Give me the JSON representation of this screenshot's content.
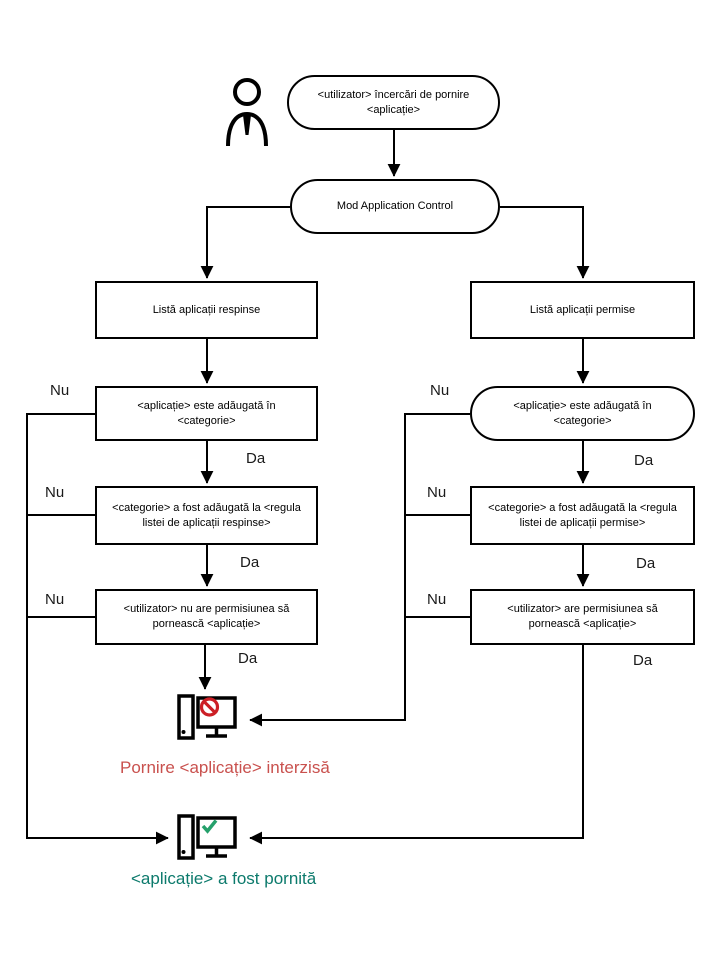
{
  "labels": {
    "yes": "Da",
    "no": "Nu"
  },
  "nodes": {
    "start": "<utilizator> încercări de pornire <aplicație>",
    "mode": "Mod Application Control",
    "denylist": "Listă aplicații respinse",
    "allowlist": "Listă aplicații permise",
    "deny_category": "<aplicație> este adăugată în <categorie>",
    "allow_category": "<aplicație> este adăugată în <categorie>",
    "deny_rule": "<categorie> a fost adăugată la <regula listei de aplicații respinse>",
    "allow_rule": "<categorie> a fost adăugată la <regula listei de aplicații permise>",
    "deny_permission": "<utilizator> nu are permisiunea să pornească <aplicație>",
    "allow_permission": "<utilizator> are permisiunea să pornească <aplicație>"
  },
  "outcomes": {
    "denied": "Pornire <aplicație> interzisă",
    "started": "<aplicație> a fost pornită"
  },
  "colors": {
    "line": "#000000",
    "denied_text": "#c9514e",
    "denied_icon": "#cc1f26",
    "started_text": "#0c7a6c",
    "started_icon": "#25a06b"
  },
  "icons": {
    "user": "user-icon",
    "denied": "computer-denied-icon",
    "started": "computer-started-icon"
  }
}
